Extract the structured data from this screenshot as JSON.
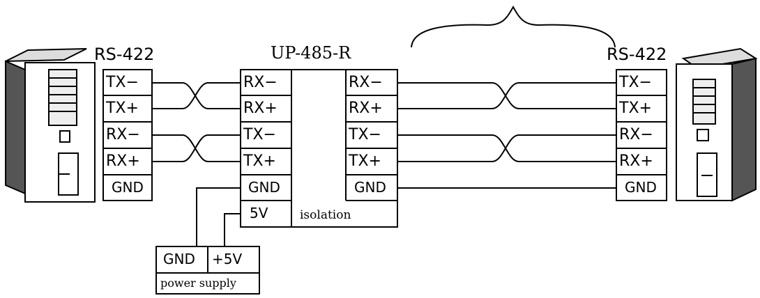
{
  "left_device": {
    "title": "RS-422",
    "pins": [
      "TX−",
      "TX+",
      "RX−",
      "RX+",
      "GND"
    ]
  },
  "converter": {
    "title": "UP-485-R",
    "left_pins": [
      "RX−",
      "RX+",
      "TX−",
      "TX+",
      "GND"
    ],
    "right_pins": [
      "RX−",
      "RX+",
      "TX−",
      "TX+",
      "GND"
    ],
    "power_pin": "5V",
    "isolation_label": "isolation"
  },
  "right_device": {
    "title": "RS-422",
    "pins": [
      "TX−",
      "TX+",
      "RX−",
      "RX+",
      "GND"
    ]
  },
  "power_supply": {
    "gnd": "GND",
    "plus5v": "+5V",
    "label": "power supply"
  }
}
